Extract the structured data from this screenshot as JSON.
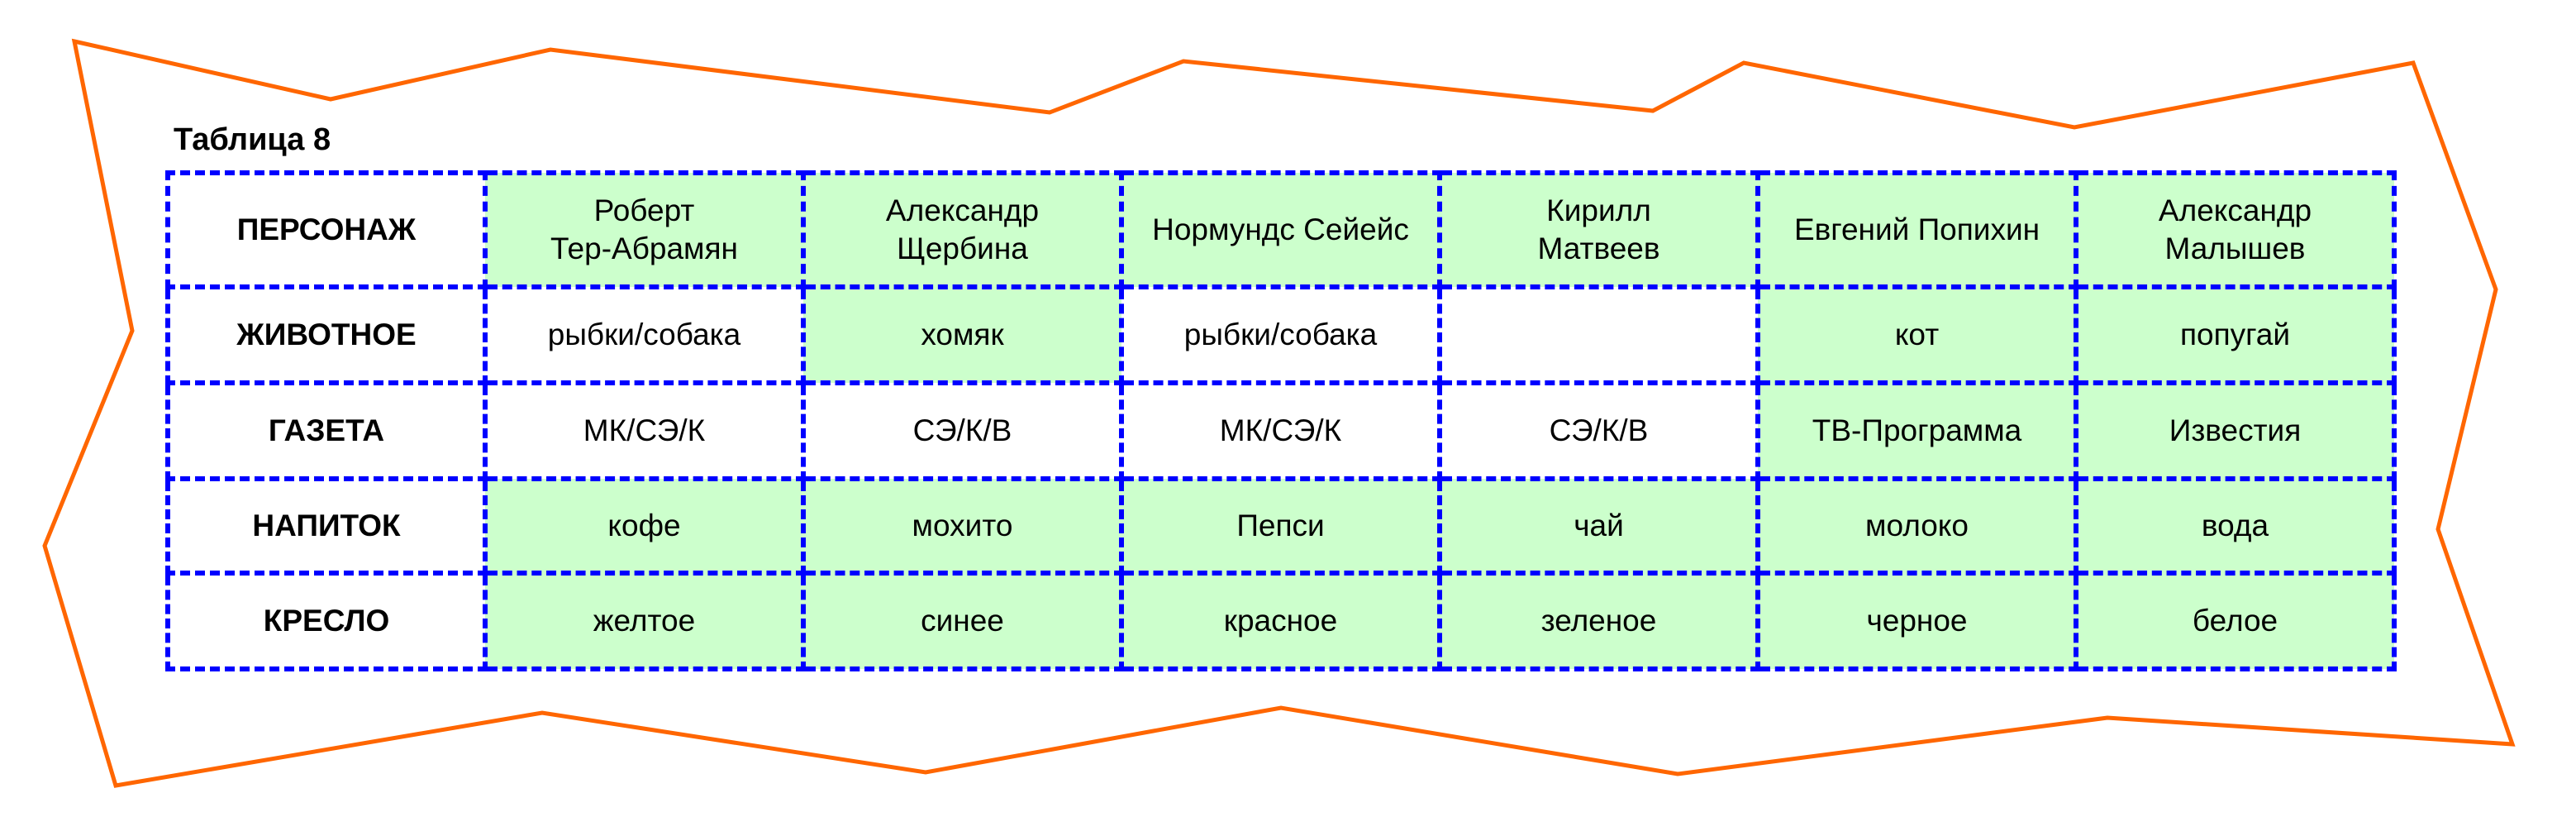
{
  "title": "Таблица 8",
  "colors": {
    "border": "#0000ff",
    "highlight": "#ccffcc",
    "frame": "#ff6600"
  },
  "rows": [
    {
      "label": "ПЕРСОНАЖ",
      "cells": [
        {
          "text": "Роберт\nТер-Абрамян",
          "highlight": true
        },
        {
          "text": "Александр\nЩербина",
          "highlight": true
        },
        {
          "text": "Нормундс Сейейс",
          "highlight": true
        },
        {
          "text": "Кирилл\nМатвеев",
          "highlight": true
        },
        {
          "text": "Евгений Попихин",
          "highlight": true
        },
        {
          "text": "Александр\nМалышев",
          "highlight": true
        }
      ]
    },
    {
      "label": "ЖИВОТНОЕ",
      "cells": [
        {
          "text": "рыбки/собака",
          "highlight": false
        },
        {
          "text": "хомяк",
          "highlight": true
        },
        {
          "text": "рыбки/собака",
          "highlight": false
        },
        {
          "text": "",
          "highlight": false
        },
        {
          "text": "кот",
          "highlight": true
        },
        {
          "text": "попугай",
          "highlight": true
        }
      ]
    },
    {
      "label": "ГАЗЕТА",
      "cells": [
        {
          "text": "МК/СЭ/К",
          "highlight": false
        },
        {
          "text": "СЭ/К/В",
          "highlight": false
        },
        {
          "text": "МК/СЭ/К",
          "highlight": false
        },
        {
          "text": "СЭ/К/В",
          "highlight": false
        },
        {
          "text": "ТВ-Программа",
          "highlight": true
        },
        {
          "text": "Известия",
          "highlight": true
        }
      ]
    },
    {
      "label": "НАПИТОК",
      "cells": [
        {
          "text": "кофе",
          "highlight": true
        },
        {
          "text": "мохито",
          "highlight": true
        },
        {
          "text": "Пепси",
          "highlight": true
        },
        {
          "text": "чай",
          "highlight": true
        },
        {
          "text": "молоко",
          "highlight": true
        },
        {
          "text": "вода",
          "highlight": true
        }
      ]
    },
    {
      "label": "КРЕСЛО",
      "cells": [
        {
          "text": "желтое",
          "highlight": true
        },
        {
          "text": "синее",
          "highlight": true
        },
        {
          "text": "красное",
          "highlight": true
        },
        {
          "text": "зеленое",
          "highlight": true
        },
        {
          "text": "черное",
          "highlight": true
        },
        {
          "text": "белое",
          "highlight": true
        }
      ]
    }
  ]
}
